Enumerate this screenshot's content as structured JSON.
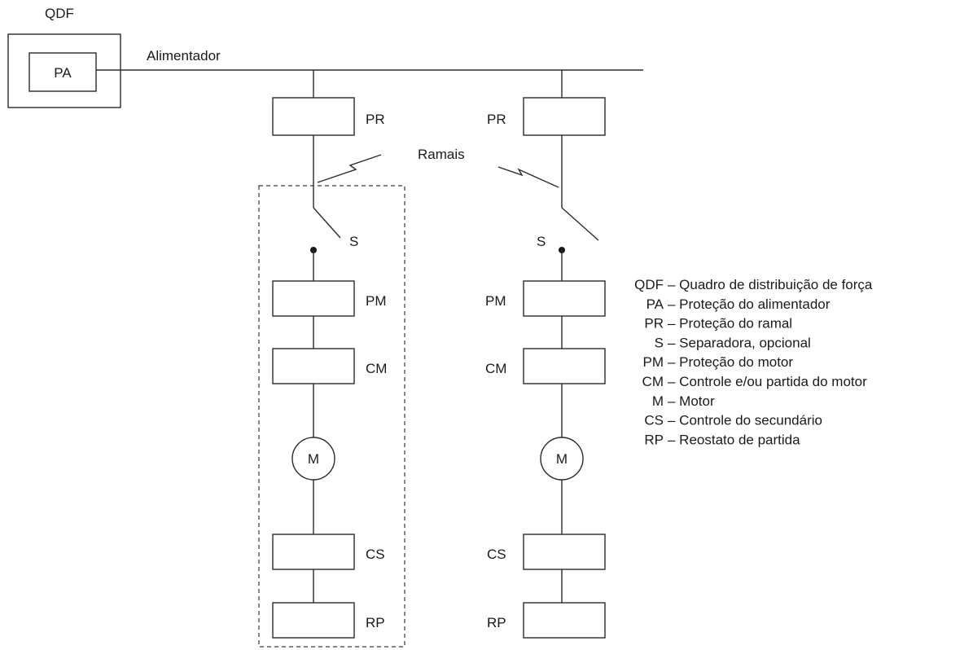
{
  "qdf": {
    "title": "QDF",
    "inner": "PA"
  },
  "feeder_label": "Alimentador",
  "branches_label": "Ramais",
  "left_branch": {
    "pr": "PR",
    "s": "S",
    "pm": "PM",
    "cm": "CM",
    "m": "M",
    "cs": "CS",
    "rp": "RP"
  },
  "right_branch": {
    "pr": "PR",
    "s": "S",
    "pm": "PM",
    "cm": "CM",
    "m": "M",
    "cs": "CS",
    "rp": "RP"
  },
  "legend": [
    {
      "abbr": "QDF",
      "desc": "Quadro de distribuição de força"
    },
    {
      "abbr": "PA",
      "desc": "Proteção do alimentador"
    },
    {
      "abbr": "PR",
      "desc": "Proteção do ramal"
    },
    {
      "abbr": "S",
      "desc": "Separadora, opcional"
    },
    {
      "abbr": "PM",
      "desc": "Proteção do motor"
    },
    {
      "abbr": "CM",
      "desc": "Controle e/ou partida do motor"
    },
    {
      "abbr": "M",
      "desc": "Motor"
    },
    {
      "abbr": "CS",
      "desc": "Controle do secundário"
    },
    {
      "abbr": "RP",
      "desc": "Reostato de partida"
    }
  ]
}
